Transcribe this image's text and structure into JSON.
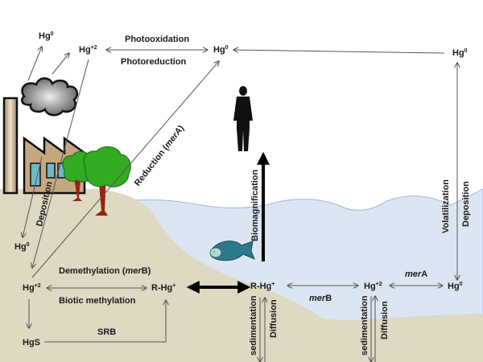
{
  "title": "Mercury biogeochemical cycle",
  "species": {
    "hg0": "Hg",
    "hg0_sup": "0",
    "hg2": "Hg",
    "hg2_sup": "+2",
    "rhg": "R-Hg",
    "rhg_sup": "+",
    "hgs": "HgS"
  },
  "processes": {
    "photooxidation": "Photooxidation",
    "photoreduction": "Photoreduction",
    "reduction_mera_prefix": "Reduction (",
    "reduction_mera_gene": "merA",
    "reduction_mera_suffix": ")",
    "deposition_land": "Deposition",
    "demethylation_prefix": "Demethylation (",
    "demethylation_gene_it": "mer",
    "demethylation_gene": "B",
    "demethylation_suffix": ")",
    "biotic_methylation": "Biotic methylation",
    "srb": "SRB",
    "biomagnification": "Biomagnification",
    "volatilization": "Volatilization",
    "deposition_water": "Deposition",
    "merb_it": "mer",
    "merb": "B",
    "mera_it": "mer",
    "mera": "A",
    "sedimentation_1": "sedimentation",
    "diffusion_1": "Diffusion",
    "sedimentation_2": "sedimentation",
    "diffusion_2": "Diffusion"
  },
  "colors": {
    "water": "#dce6f2",
    "water_edge": "#9db8d9",
    "sediment": "#ddd9c3",
    "tree_green": "#33aa22",
    "tree_trunk": "#992211",
    "factory": "#c4a882",
    "fish": "#2a7a8c"
  }
}
